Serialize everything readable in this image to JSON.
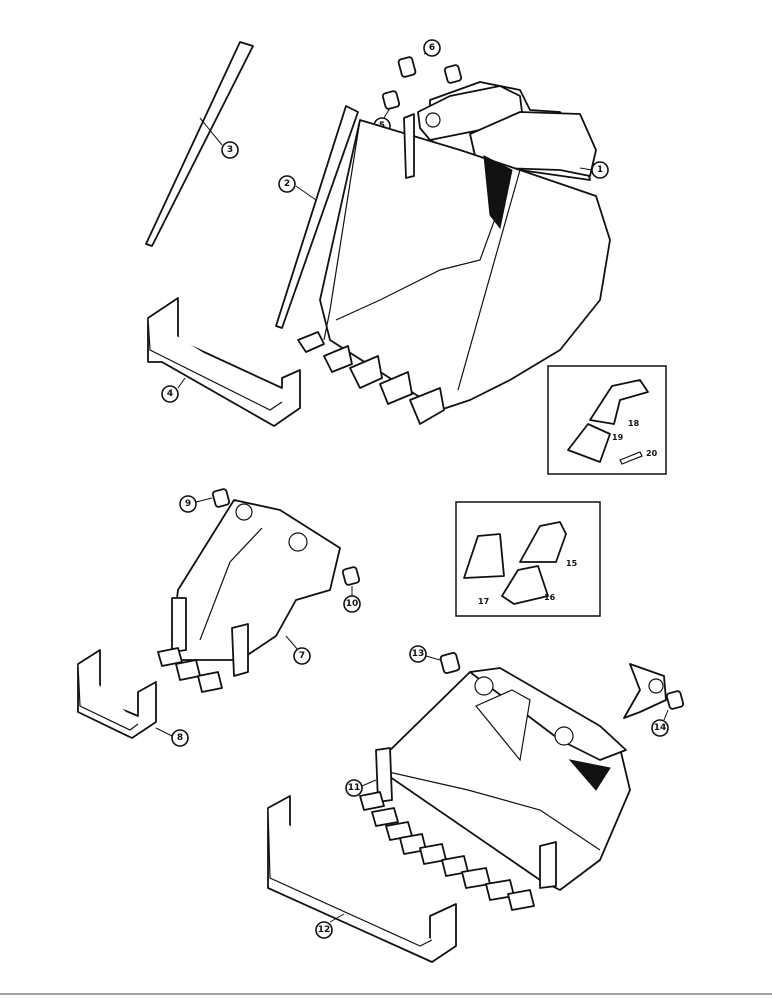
{
  "diagram": {
    "callouts": [
      {
        "id": "c1",
        "text": "1"
      },
      {
        "id": "c2",
        "text": "2"
      },
      {
        "id": "c3",
        "text": "3"
      },
      {
        "id": "c4",
        "text": "4"
      },
      {
        "id": "c5",
        "text": "5"
      },
      {
        "id": "c6",
        "text": "6"
      },
      {
        "id": "c7",
        "text": "7"
      },
      {
        "id": "c8",
        "text": "8"
      },
      {
        "id": "c9",
        "text": "9"
      },
      {
        "id": "c10",
        "text": "10"
      },
      {
        "id": "c11",
        "text": "11"
      },
      {
        "id": "c12",
        "text": "12"
      },
      {
        "id": "c13",
        "text": "13"
      },
      {
        "id": "c14",
        "text": "14"
      }
    ],
    "inset_a": {
      "tooth_label": "18",
      "adapter_label": "19",
      "pin_label": "20"
    },
    "inset_b": {
      "tooth_label": "15",
      "adapter_a_label": "17",
      "adapter_b_label": "16"
    }
  }
}
